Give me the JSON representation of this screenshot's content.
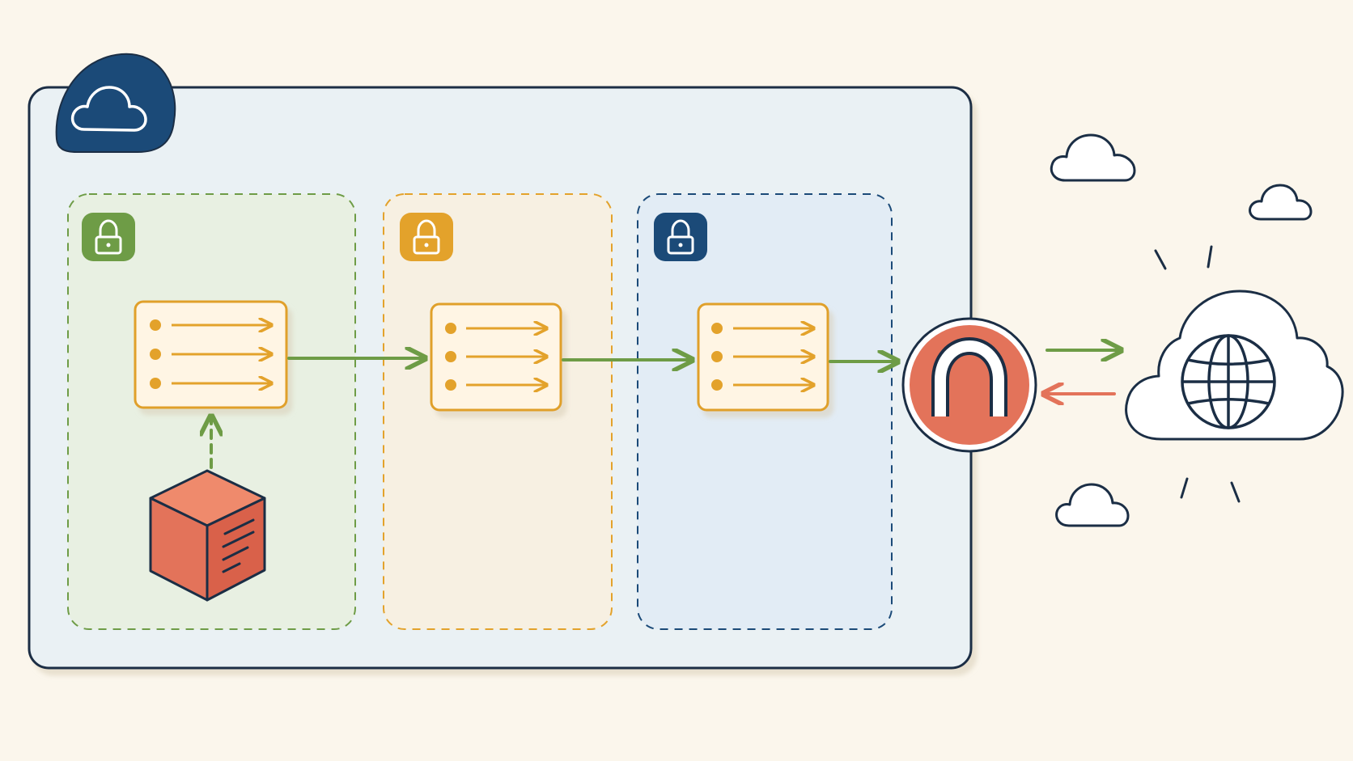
{
  "colors": {
    "background": "#FBF6EC",
    "cloud_region_fill": "#EAF1F4",
    "cloud_region_stroke": "#1B2E45",
    "navy": "#1B4A78",
    "green": "#6E9C46",
    "green_zone_fill": "#E8F0E2",
    "orange": "#E3A22B",
    "orange_zone_fill": "#F7F0E2",
    "blue_zone_fill": "#E2ECF5",
    "router_fill": "#FFF5E4",
    "router_stroke": "#E0A02C",
    "gateway_red": "#E3735A",
    "compute_red": "#E3735A",
    "ink": "#1B2E45",
    "return_arrow": "#E3735A"
  },
  "icons": {
    "cloud_badge": "cloud-icon",
    "zone_locks": [
      "lock-icon",
      "lock-icon",
      "lock-icon"
    ],
    "routers": [
      "route-table-icon",
      "route-table-icon",
      "route-table-icon"
    ],
    "gateway": "internet-gateway-icon",
    "internet": "globe-cloud-icon",
    "compute": "instance-box-icon",
    "decorative": [
      "cloud-icon",
      "cloud-icon",
      "cloud-icon"
    ]
  },
  "zones": [
    {
      "id": "zone-1",
      "color_key": "green",
      "border": "dashed"
    },
    {
      "id": "zone-2",
      "color_key": "orange",
      "border": "dashed"
    },
    {
      "id": "zone-3",
      "color_key": "navy",
      "border": "dashed"
    }
  ],
  "flows": [
    {
      "from": "instance",
      "to": "router-1",
      "style": "dashed",
      "color_key": "green"
    },
    {
      "from": "router-1",
      "to": "router-2",
      "style": "solid",
      "color_key": "green"
    },
    {
      "from": "router-2",
      "to": "router-3",
      "style": "solid",
      "color_key": "green"
    },
    {
      "from": "router-3",
      "to": "gateway",
      "style": "solid",
      "color_key": "green"
    },
    {
      "from": "gateway",
      "to": "internet",
      "style": "solid",
      "color_key": "green"
    },
    {
      "from": "internet",
      "to": "gateway",
      "style": "solid",
      "color_key": "return_arrow"
    }
  ]
}
